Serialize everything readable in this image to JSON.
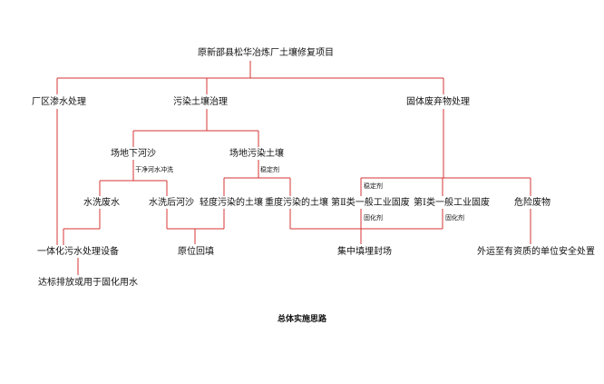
{
  "colors": {
    "line": "#d73535",
    "text": "#111111",
    "background": "#ffffff"
  },
  "diagram": {
    "root": "原新邵县松华冶炼厂土壤修复项目",
    "branch_plant_water": "厂区渗水处理",
    "branch_soil": "污染土壤治理",
    "branch_solid_waste": "固体废弃物处理",
    "site_sand": "场地下河沙",
    "site_soil": "场地污染土壤",
    "note_clean_wash": "干净河水冲洗",
    "note_stabilizer_1": "稳定剂",
    "wash_waste_water": "水洗废水",
    "washed_sand": "水洗后河沙",
    "light_soil": "轻度污染的土壤",
    "heavy_soil": "重度污染的土壤",
    "note_stabilizer_2": "稳定剂",
    "class2_waste": "第Ⅱ类一般工业固废",
    "note_solidifier_1": "固化剂",
    "class1_waste": "第Ⅰ类一般工业固废",
    "note_solidifier_2": "固化剂",
    "hazardous_waste": "危险废物",
    "integrated_treatment": "一体化污水处理设备",
    "in_situ_backfill": "原位回填",
    "centralized_landfill": "集中填埋封场",
    "outsource_disposal": "外运至有资质的单位安全处置",
    "discharge_reuse": "达标排放或用于固化用水",
    "caption": "总体实施思路"
  }
}
